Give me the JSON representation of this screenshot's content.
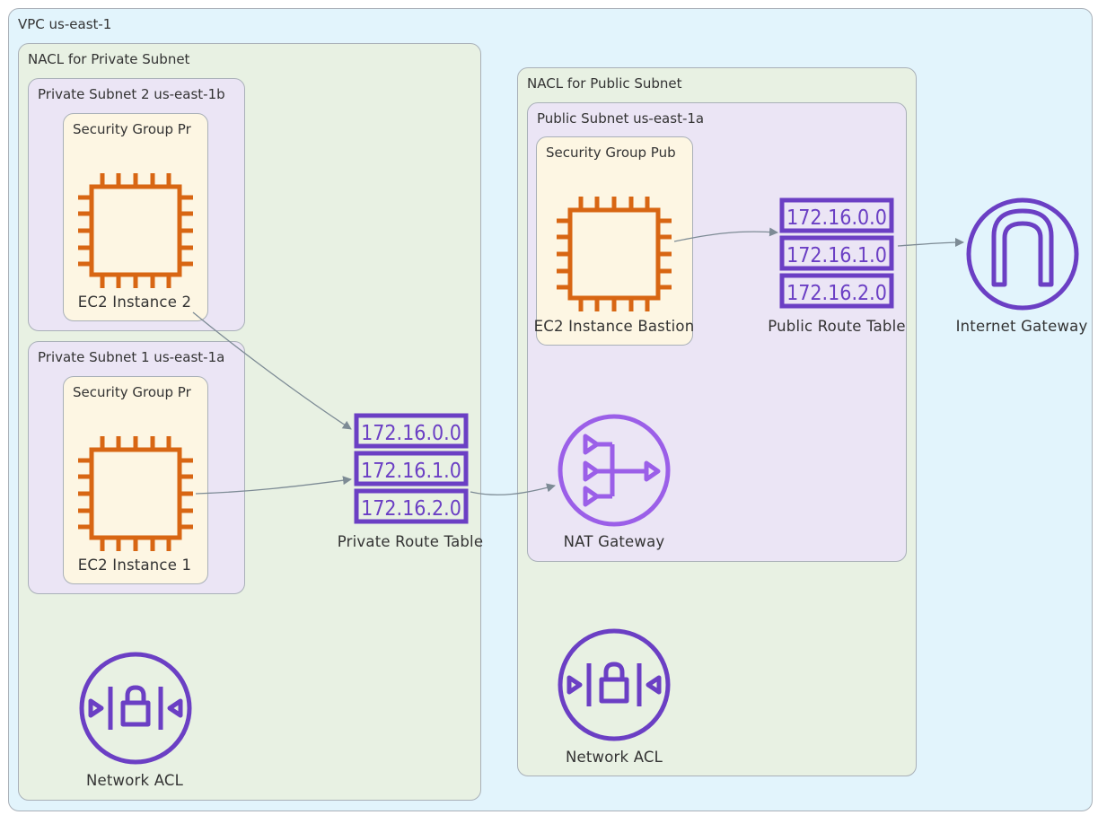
{
  "diagram": {
    "vpc": {
      "label": "VPC us-east-1"
    },
    "nacl_private": {
      "label": "NACL for Private Subnet"
    },
    "nacl_public": {
      "label": "NACL for Public Subnet"
    },
    "private_subnet_2": {
      "label": "Private Subnet 2 us-east-1b"
    },
    "private_subnet_1": {
      "label": "Private Subnet 1 us-east-1a"
    },
    "public_subnet": {
      "label": "Public Subnet us-east-1a"
    },
    "sg_private_2": {
      "label": "Security Group Pr"
    },
    "sg_private_1": {
      "label": "Security Group Pr"
    },
    "sg_public": {
      "label": "Security Group Pub"
    },
    "nodes": {
      "ec2_2": {
        "label": "EC2 Instance 2",
        "icon": "ec2-instance-icon"
      },
      "ec2_1": {
        "label": "EC2 Instance 1",
        "icon": "ec2-instance-icon"
      },
      "ec2_bastion": {
        "label": "EC2 Instance Bastion",
        "icon": "ec2-instance-icon"
      },
      "private_rt": {
        "label": "Private Route Table",
        "icon": "route-table-icon",
        "routes": [
          "172.16.0.0",
          "172.16.1.0",
          "172.16.2.0"
        ]
      },
      "public_rt": {
        "label": "Public Route Table",
        "icon": "route-table-icon",
        "routes": [
          "172.16.0.0",
          "172.16.1.0",
          "172.16.2.0"
        ]
      },
      "nat": {
        "label": "NAT Gateway",
        "icon": "nat-gateway-icon"
      },
      "igw": {
        "label": "Internet Gateway",
        "icon": "internet-gateway-icon"
      },
      "nacl_private_node": {
        "label": "Network ACL",
        "icon": "network-acl-icon"
      },
      "nacl_public_node": {
        "label": "Network ACL",
        "icon": "network-acl-icon"
      }
    },
    "edges": [
      {
        "from": "EC2 Instance 2",
        "to": "Private Route Table"
      },
      {
        "from": "EC2 Instance 1",
        "to": "Private Route Table"
      },
      {
        "from": "Private Route Table",
        "to": "NAT Gateway"
      },
      {
        "from": "EC2 Instance Bastion",
        "to": "Public Route Table"
      },
      {
        "from": "Public Route Table",
        "to": "Internet Gateway"
      }
    ],
    "colors": {
      "ec2": "#d86613",
      "purple": "#6b3fc4",
      "nat": "#9b5fe8",
      "edge": "#7d8b95"
    }
  }
}
